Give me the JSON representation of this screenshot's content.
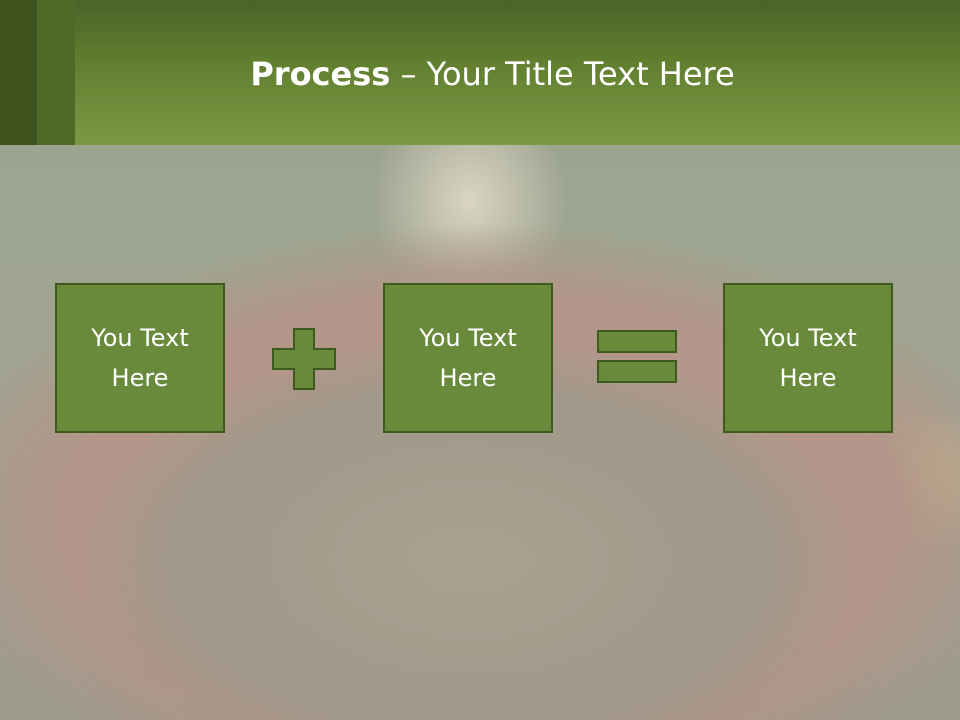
{
  "title": {
    "bold": "Process",
    "rest": " – Your Title Text Here"
  },
  "boxes": [
    {
      "text": "You Text Here"
    },
    {
      "text": "You Text Here"
    },
    {
      "text": "You Text Here"
    }
  ],
  "icons": {
    "plus": "plus-icon",
    "equals": "equals-icon"
  },
  "colors": {
    "header": "#62802f",
    "box_fill": "#6a8a3b",
    "box_border": "#3f5a1f"
  }
}
